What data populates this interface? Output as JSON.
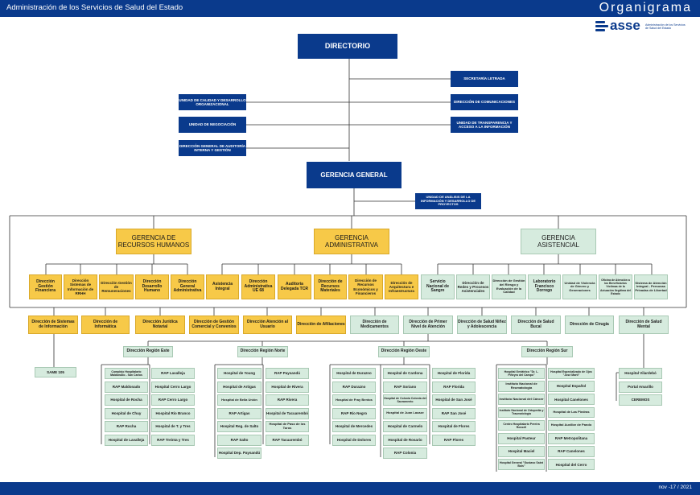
{
  "header": {
    "left_title": "Administración de los Servicios de Salud del Estado",
    "right_title": "Organigrama"
  },
  "logo": {
    "name": "asse",
    "subtitle": "Administración de los Servicios de Salud del Estado"
  },
  "footer": {
    "date": "nov -17 / 2021"
  },
  "colors": {
    "blue": "#0a3a8c",
    "yellow": "#f7c948",
    "green": "#d6ebde"
  },
  "nodes": {
    "directorio": "DIRECTORIO",
    "secretaria": "SECRETARÍA LETRADA",
    "calidad": "UNIDAD DE CALIDAD Y DESARROLLO ORGANIZACIONAL",
    "comunicaciones": "DIRECCIÓN DE COMUNICACIONES",
    "negociacion": "UNIDAD DE NEGOCIACIÓN",
    "transparencia": "UNIDAD DE TRANSPARENCIA Y ACCESO A LA INFORMACIÓN",
    "auditoria": "DIRECCIÓN GENERAL DE AUDITORÍA INTERNA Y GESTIÓN",
    "gerencia_general": "GERENCIA GENERAL",
    "analisis": "UNIDAD DE ANÁLISIS DE LA INFORMACIÓN Y DESARROLLO DE PROYECTOS",
    "rrhh": "GERENCIA DE RECURSOS HUMANOS",
    "administrativa": "GERENCIA ADMINISTRATIVA",
    "asistencial": "GERENCIA ASISTENCIAL",
    "y1": "Dirección Gestión Financiera",
    "y2": "Dirección Sistemas de Información de RRHH",
    "y3": "Dirección Gestión de Remuneraciones",
    "y4": "Dirección Desarrollo Humano",
    "y5": "Dirección General Administrativa",
    "y6": "Asistencia Integral",
    "y7": "Dirección Administrativa UE 68",
    "y8": "Auditoría Delegada TCR",
    "y9": "Dirección de Recursos Materiales",
    "y10": "Dirección de Recursos Económicos y Financieros",
    "y11": "Dirección de Arquitectura e Infraestructura",
    "g1": "Servicio Nacional de Sangre",
    "g2": "Dirección de Redes y Procesos Asistenciales",
    "g3": "Dirección de Gestión del Riesgo y Evaluación de la Calidad",
    "g4": "Laboratorio Francisco Dorrego",
    "g5": "Unidad de Violencia de Género y Generaciones",
    "g6": "Oficina de Atención a los Beneficiarios Víctimas de la Actuación Ilegítima del Estado",
    "g7": "Sistema de Atención Integral - Personas Privadas de Libertad",
    "r1": "Dirección de Sistemas de Información",
    "r2": "Dirección de Informática",
    "r3": "Dirección Jurídica Notarial",
    "r4": "Dirección de Gestión Comercial y Convenios",
    "r5": "Dirección Atención al Usuario",
    "r6": "Dirección de Afiliaciones",
    "r7": "Dirección de Medicamentos",
    "r8": "Dirección de Primer Nivel de Atención",
    "r9": "Dirección de Salud Niñez y Adolescencia",
    "r10": "Dirección de Salud Bucal",
    "r11": "Dirección de Cirugía",
    "r12": "Dirección de Salud Mental",
    "este": "Dirección Región Este",
    "norte": "Dirección Región Norte",
    "oeste": "Dirección Región Oeste",
    "sur": "Dirección Región Sur",
    "same": "SAME 105"
  },
  "lists": {
    "este_a": [
      "Complejo Hospitalario Maldonado - San Carlos",
      "RAP Maldonado",
      "Hospital de Rocha",
      "Hospital de Chuy",
      "RAP Rocha",
      "Hospital de Lavalleja"
    ],
    "este_b": [
      "RAP Lavalleja",
      "Hospital Cerro Largo",
      "RAP Cerro Largo",
      "Hospital Río Branco",
      "Hospital de T. y Tres",
      "RAP Treinta y Tres"
    ],
    "norte_a": [
      "Hospital de Young",
      "Hospital de Artigas",
      "Hospital de Bella Unión",
      "RAP Artigas",
      "Hospital Reg. de Salto",
      "RAP Salto",
      "Hospital Dep. Paysandú"
    ],
    "norte_b": [
      "RAP Paysandú",
      "Hospital de Rivera",
      "RAP Rivera",
      "Hospital de Tacuarembó",
      "Hospital de Paso de los Toros",
      "RAP Tacuarembó"
    ],
    "oeste_a": [
      "Hospital de Durazno",
      "RAP Durazno",
      "Hospital de Fray Bentos",
      "RAP Río Negro",
      "Hospital de Mercedes",
      "Hospital de Dolores"
    ],
    "oeste_b": [
      "Hospital de Cardona",
      "RAP Soriano",
      "Hospital de Colonia Colonia del Sacramento",
      "Hospital de Juan Lacaze",
      "Hospital de Carmelo",
      "Hospital de Rosario",
      "RAP Colonia"
    ],
    "oeste_c": [
      "Hospital de Florida",
      "RAP Florida",
      "Hospital de San José",
      "RAP San José",
      "Hospital de Flores",
      "RAP Flores"
    ],
    "sur_a": [
      "Hospital Geriátrico \"Dr. L. Piñeyro del Campo\"",
      "Instituto Nacional de Reumatología",
      "Instituto Nacional del Cáncer",
      "Instituto Nacional de Ortopedia y Traumatología",
      "Centro Hospitalario Pereira Rossell",
      "Hospital Pasteur",
      "Hospital Maciel",
      "Hospital General \"Gustavo Saint Bois\""
    ],
    "sur_b": [
      "Hospital Especializado de Ojos \"José Martí\"",
      "Hospital Español",
      "Hospital Canelones",
      "Hospital de Las Piedras",
      "Hospital Auxiliar de Pando",
      "RAP Metropolitana",
      "RAP Canelones",
      "Hospital del Cerro"
    ],
    "mental": [
      "Hospital Vilardebó",
      "Portal Amarillo",
      "CEREMOS"
    ]
  }
}
